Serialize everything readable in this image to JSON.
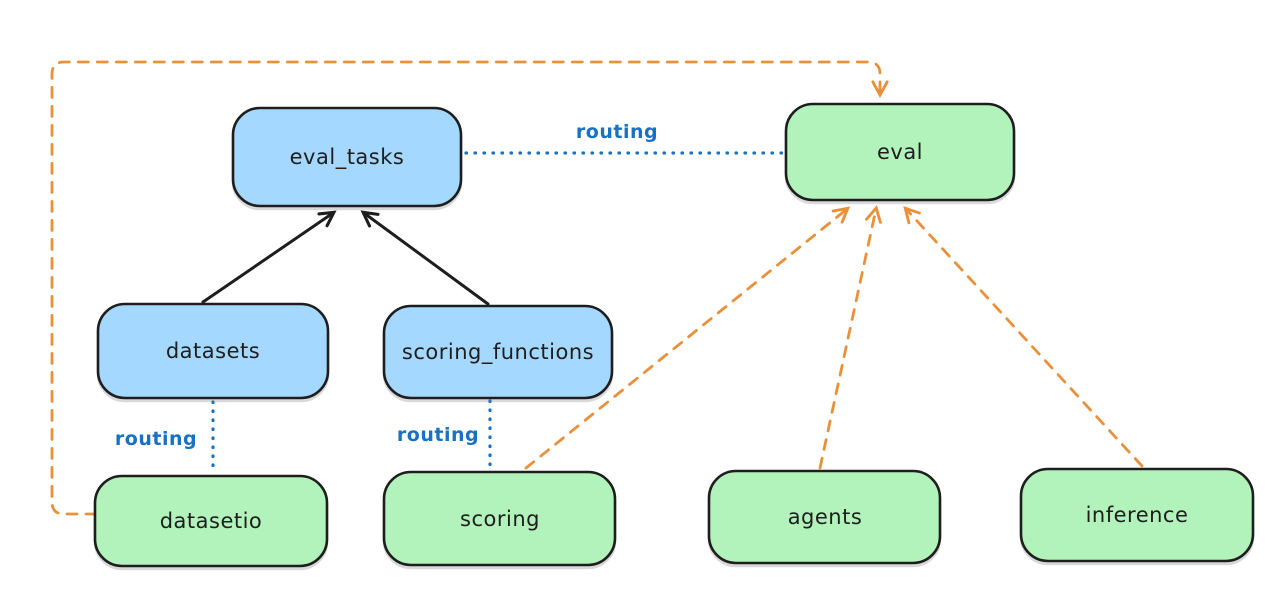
{
  "diagram": {
    "nodes": {
      "eval_tasks": {
        "label": "eval_tasks",
        "fill": "#a5d8ff"
      },
      "eval": {
        "label": "eval",
        "fill": "#b2f2bb"
      },
      "datasets": {
        "label": "datasets",
        "fill": "#a5d8ff"
      },
      "scoring_functions": {
        "label": "scoring_functions",
        "fill": "#a5d8ff"
      },
      "datasetio": {
        "label": "datasetio",
        "fill": "#b2f2bb"
      },
      "scoring": {
        "label": "scoring",
        "fill": "#b2f2bb"
      },
      "agents": {
        "label": "agents",
        "fill": "#b2f2bb"
      },
      "inference": {
        "label": "inference",
        "fill": "#b2f2bb"
      }
    },
    "edge_labels": {
      "routing_eval_tasks_eval": "routing",
      "routing_datasets_datasetio": "routing",
      "routing_scoring_functions_scoring": "routing"
    },
    "edges": [
      {
        "from": "datasets",
        "to": "eval_tasks",
        "style": "solid-arrow",
        "color": "#1e1e1e"
      },
      {
        "from": "scoring_functions",
        "to": "eval_tasks",
        "style": "solid-arrow",
        "color": "#1e1e1e"
      },
      {
        "from": "eval_tasks",
        "to": "eval",
        "style": "dotted",
        "color": "#1971c2",
        "label": "routing"
      },
      {
        "from": "datasets",
        "to": "datasetio",
        "style": "dotted",
        "color": "#1971c2",
        "label": "routing"
      },
      {
        "from": "scoring_functions",
        "to": "scoring",
        "style": "dotted",
        "color": "#1971c2",
        "label": "routing"
      },
      {
        "from": "datasetio",
        "to": "eval",
        "style": "dashed-arrow",
        "color": "#e8913a"
      },
      {
        "from": "scoring",
        "to": "eval",
        "style": "dashed-arrow",
        "color": "#e8913a"
      },
      {
        "from": "agents",
        "to": "eval",
        "style": "dashed-arrow",
        "color": "#e8913a"
      },
      {
        "from": "inference",
        "to": "eval",
        "style": "dashed-arrow",
        "color": "#e8913a"
      }
    ],
    "colors": {
      "background": "#ffffff",
      "node_stroke": "#1e1e1e",
      "blue_fill": "#a5d8ff",
      "green_fill": "#b2f2bb",
      "routing_blue": "#1971c2",
      "orange_dashed": "#e8913a"
    }
  }
}
